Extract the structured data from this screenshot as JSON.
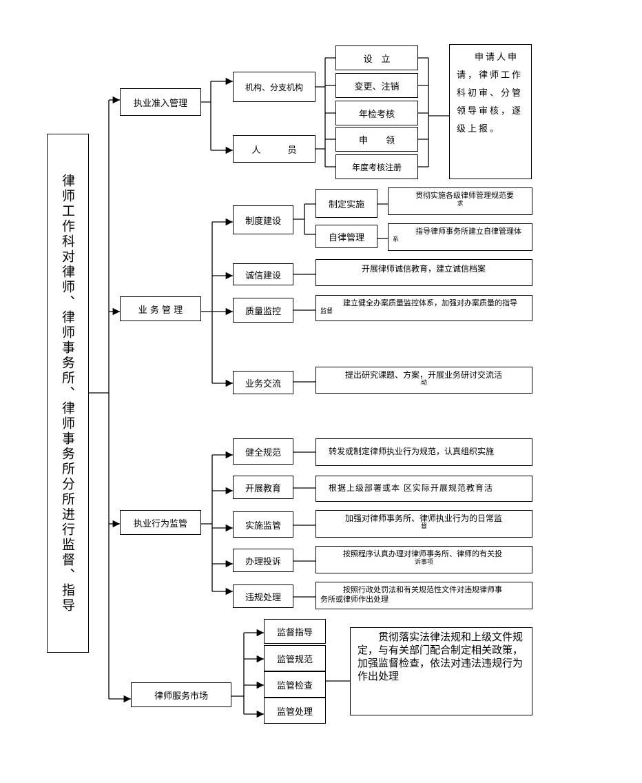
{
  "root": "律师工作科对律师、律师事务所、律师事务所分所进行监督、指导",
  "admission": {
    "label": "执业准入管理",
    "org": "机构、分支机构",
    "person": "人　　　员",
    "items": [
      "设　立",
      "变更、注销",
      "年检考核",
      "申　　领",
      "年度考核注册"
    ],
    "note": "申请人申请，律师工作科初审、分管领导审核，逐级上报。"
  },
  "business": {
    "label": "业 务 管 理",
    "system": {
      "label": "制度建设",
      "sub": [
        {
          "label": "制定实施",
          "note": "贯彻实施各级律师管理规范要",
          "note2": "求"
        },
        {
          "label": "自律管理",
          "note": "指导律师事务所建立自律管理体",
          "note2": "系"
        }
      ]
    },
    "items": [
      {
        "label": "诚信建设",
        "note": "开展律师诚信教育，建立诚信档案",
        "note2": ""
      },
      {
        "label": "质量监控",
        "note": "建立健全办案质量监控体系，加强对办案质量的指导",
        "note2": "监督"
      },
      {
        "label": "业务交流",
        "note": "提出研究课题、方案，开展业务研讨交流活",
        "note2": "动"
      }
    ]
  },
  "conduct": {
    "label": "执业行为监管",
    "items": [
      {
        "label": "健全规范",
        "note": "转发或制定律师执业行为规范，认真组织实施",
        "note2": ""
      },
      {
        "label": "开展教育",
        "note": "根据上级部署或本 区实际开展规范教育活",
        "note2": ""
      },
      {
        "label": "实施监管",
        "note": "加强对律师事务所、律师执业行为的日常监",
        "note2": "督"
      },
      {
        "label": "办理投诉",
        "note": "按照程序认真办理对律师事务所、律师的有关投",
        "note2": "诉事项"
      },
      {
        "label": "违规处理",
        "note": "按照行政处罚法和有关规范性文件对违规律师事",
        "note2": "务所或律师作出处理"
      }
    ]
  },
  "market": {
    "label": "律师服务市场",
    "items": [
      "监督指导",
      "监管规范",
      "监管检查",
      "监管处理"
    ],
    "note": "贯彻落实法律法规和上级文件规定，与有关部门配合制定相关政策，加强监督检查，依法对违法违规行为作出处理"
  }
}
